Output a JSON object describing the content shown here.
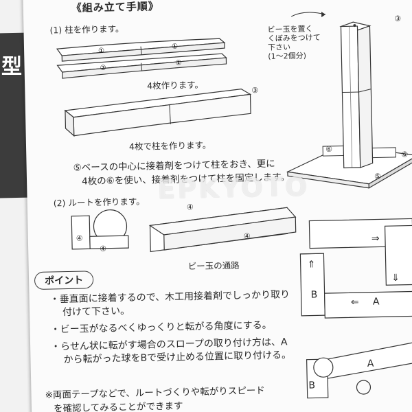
{
  "left_page": {
    "kanji": "型"
  },
  "title": "《組み立て手順》",
  "step1": {
    "heading": "(1) 柱を作ります。",
    "make4": "4枚作ります。",
    "make4_pillar": "4枚で柱を作ります。",
    "base_note_line1": "⑤ベースの中心に接着剤をつけて柱をおき、更に",
    "base_note_line2": "4枚の⑥を使い、接着剤をつけて柱を固定します。"
  },
  "marble_note": {
    "line1": "ビー玉を置く",
    "line2": "くぼみをつけて",
    "line3": "下さい",
    "line4": "(1〜2個分)"
  },
  "step2": {
    "heading": "(2) ルートを作ります。",
    "path_caption": "ビー玉の通路"
  },
  "labels": {
    "n1": "①",
    "n2": "②",
    "n3": "③",
    "n4": "④",
    "n5": "⑤",
    "n6": "⑥",
    "A": "A",
    "B": "B",
    "arrow_right": "⇒",
    "arrow_left": "⇐",
    "arrow_up": "⇑",
    "arrow_down": "⇓"
  },
  "point": {
    "title": "ポイント",
    "bullets": [
      "・垂直面に接着するので、木工用接着剤でしっかり取り付けて下さい。",
      "・ビー玉がなるべくゆっくりと転がる角度にする。",
      "・らせん状に転がす場合のスロープの取り付け方は、A から転がった球をBで受け止める位置に取り付ける。"
    ],
    "footnote_line1": "※両面テープなどで、ルートづくりや転がりスピード",
    "footnote_line2": "を確認してみることができます"
  },
  "watermark": "EPKYOTO"
}
